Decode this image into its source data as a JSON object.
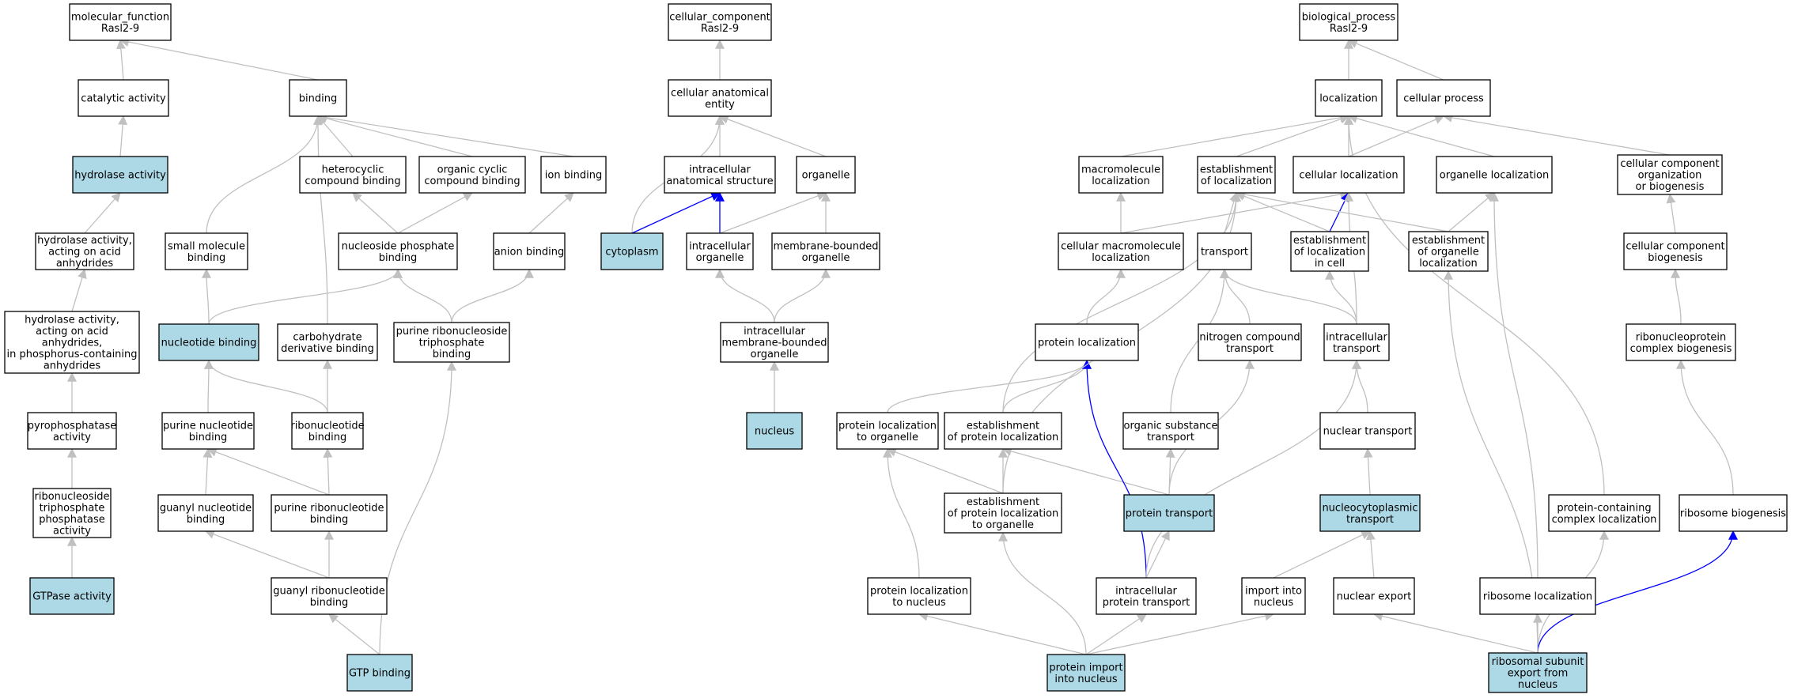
{
  "style": {
    "highlight_fill": "#add8e6",
    "node_fill": "#ffffff",
    "edge_gray": "#c0c0c0",
    "edge_blue": "#0000ff"
  },
  "nodes": [
    {
      "id": "mf_root",
      "lines": [
        "molecular_function",
        "Rasl2-9"
      ],
      "highlight": false
    },
    {
      "id": "catalytic",
      "lines": [
        "catalytic activity"
      ],
      "highlight": false
    },
    {
      "id": "binding",
      "lines": [
        "binding"
      ],
      "highlight": false
    },
    {
      "id": "hydrolase",
      "lines": [
        "hydrolase activity"
      ],
      "highlight": true
    },
    {
      "id": "heterocyclic",
      "lines": [
        "heterocyclic",
        "compound binding"
      ],
      "highlight": false
    },
    {
      "id": "organic_cyclic",
      "lines": [
        "organic cyclic",
        "compound binding"
      ],
      "highlight": false
    },
    {
      "id": "ion_binding",
      "lines": [
        "ion binding"
      ],
      "highlight": false
    },
    {
      "id": "hydrolase_acid",
      "lines": [
        "hydrolase activity,",
        "acting on acid",
        "anhydrides"
      ],
      "highlight": false
    },
    {
      "id": "small_molecule",
      "lines": [
        "small molecule",
        "binding"
      ],
      "highlight": false
    },
    {
      "id": "nucleoside_phos",
      "lines": [
        "nucleoside phosphate",
        "binding"
      ],
      "highlight": false
    },
    {
      "id": "anion_binding",
      "lines": [
        "anion binding"
      ],
      "highlight": false
    },
    {
      "id": "hydrolase_phos",
      "lines": [
        "hydrolase activity,",
        "acting on acid",
        "anhydrides,",
        "in phosphorus-containing",
        "anhydrides"
      ],
      "highlight": false
    },
    {
      "id": "nucleotide_binding",
      "lines": [
        "nucleotide binding"
      ],
      "highlight": true
    },
    {
      "id": "carb_deriv",
      "lines": [
        "carbohydrate",
        "derivative binding"
      ],
      "highlight": false
    },
    {
      "id": "purine_ribonucleoside_tp",
      "lines": [
        "purine ribonucleoside",
        "triphosphate",
        "binding"
      ],
      "highlight": false
    },
    {
      "id": "pyrophosphatase",
      "lines": [
        "pyrophosphatase",
        "activity"
      ],
      "highlight": false
    },
    {
      "id": "purine_nucleotide",
      "lines": [
        "purine nucleotide",
        "binding"
      ],
      "highlight": false
    },
    {
      "id": "ribonucleotide",
      "lines": [
        "ribonucleotide",
        "binding"
      ],
      "highlight": false
    },
    {
      "id": "rntp_phosphatase",
      "lines": [
        "ribonucleoside",
        "triphosphate",
        "phosphatase",
        "activity"
      ],
      "highlight": false
    },
    {
      "id": "guanyl_nucleotide",
      "lines": [
        "guanyl nucleotide",
        "binding"
      ],
      "highlight": false
    },
    {
      "id": "purine_ribonucleotide",
      "lines": [
        "purine ribonucleotide",
        "binding"
      ],
      "highlight": false
    },
    {
      "id": "gtpase",
      "lines": [
        "GTPase activity"
      ],
      "highlight": true
    },
    {
      "id": "guanyl_ribonucleotide",
      "lines": [
        "guanyl ribonucleotide",
        "binding"
      ],
      "highlight": false
    },
    {
      "id": "gtp_binding",
      "lines": [
        "GTP binding"
      ],
      "highlight": true
    },
    {
      "id": "cc_root",
      "lines": [
        "cellular_component",
        "Rasl2-9"
      ],
      "highlight": false
    },
    {
      "id": "cell_anat",
      "lines": [
        "cellular anatomical",
        "entity"
      ],
      "highlight": false
    },
    {
      "id": "intracell_anat",
      "lines": [
        "intracellular",
        "anatomical structure"
      ],
      "highlight": false
    },
    {
      "id": "organelle",
      "lines": [
        "organelle"
      ],
      "highlight": false
    },
    {
      "id": "cytoplasm",
      "lines": [
        "cytoplasm"
      ],
      "highlight": true
    },
    {
      "id": "intracell_organelle",
      "lines": [
        "intracellular",
        "organelle"
      ],
      "highlight": false
    },
    {
      "id": "membrane_organelle",
      "lines": [
        "membrane-bounded",
        "organelle"
      ],
      "highlight": false
    },
    {
      "id": "intracell_membrane_organelle",
      "lines": [
        "intracellular",
        "membrane-bounded",
        "organelle"
      ],
      "highlight": false
    },
    {
      "id": "nucleus",
      "lines": [
        "nucleus"
      ],
      "highlight": true
    },
    {
      "id": "bp_root",
      "lines": [
        "biological_process",
        "Rasl2-9"
      ],
      "highlight": false
    },
    {
      "id": "localization",
      "lines": [
        "localization"
      ],
      "highlight": false
    },
    {
      "id": "cellular_process",
      "lines": [
        "cellular process"
      ],
      "highlight": false
    },
    {
      "id": "macromolecule_loc",
      "lines": [
        "macromolecule",
        "localization"
      ],
      "highlight": false
    },
    {
      "id": "est_loc",
      "lines": [
        "establishment",
        "of localization"
      ],
      "highlight": false
    },
    {
      "id": "cellular_loc",
      "lines": [
        "cellular localization"
      ],
      "highlight": false
    },
    {
      "id": "organelle_loc",
      "lines": [
        "organelle localization"
      ],
      "highlight": false
    },
    {
      "id": "cc_org",
      "lines": [
        "cellular component",
        "organization",
        "or biogenesis"
      ],
      "highlight": false
    },
    {
      "id": "cell_macro_loc",
      "lines": [
        "cellular macromolecule",
        "localization"
      ],
      "highlight": false
    },
    {
      "id": "transport",
      "lines": [
        "transport"
      ],
      "highlight": false
    },
    {
      "id": "est_loc_cell",
      "lines": [
        "establishment",
        "of localization",
        "in cell"
      ],
      "highlight": false
    },
    {
      "id": "est_organelle_loc",
      "lines": [
        "establishment",
        "of organelle",
        "localization"
      ],
      "highlight": false
    },
    {
      "id": "cc_biogenesis",
      "lines": [
        "cellular component",
        "biogenesis"
      ],
      "highlight": false
    },
    {
      "id": "protein_loc",
      "lines": [
        "protein localization"
      ],
      "highlight": false
    },
    {
      "id": "nitrogen_transport",
      "lines": [
        "nitrogen compound",
        "transport"
      ],
      "highlight": false
    },
    {
      "id": "intracell_transport",
      "lines": [
        "intracellular",
        "transport"
      ],
      "highlight": false
    },
    {
      "id": "rnp_biogenesis",
      "lines": [
        "ribonucleoprotein",
        "complex biogenesis"
      ],
      "highlight": false
    },
    {
      "id": "prot_loc_organelle",
      "lines": [
        "protein localization",
        "to organelle"
      ],
      "highlight": false
    },
    {
      "id": "est_prot_loc",
      "lines": [
        "establishment",
        "of protein localization"
      ],
      "highlight": false
    },
    {
      "id": "organic_transport",
      "lines": [
        "organic substance",
        "transport"
      ],
      "highlight": false
    },
    {
      "id": "nuclear_transport",
      "lines": [
        "nuclear transport"
      ],
      "highlight": false
    },
    {
      "id": "est_prot_loc_organelle",
      "lines": [
        "establishment",
        "of protein localization",
        "to organelle"
      ],
      "highlight": false
    },
    {
      "id": "protein_transport",
      "lines": [
        "protein transport"
      ],
      "highlight": true
    },
    {
      "id": "nucleocyto_transport",
      "lines": [
        "nucleocytoplasmic",
        "transport"
      ],
      "highlight": true
    },
    {
      "id": "protein_complex_loc",
      "lines": [
        "protein-containing",
        "complex localization"
      ],
      "highlight": false
    },
    {
      "id": "ribosome_biogenesis",
      "lines": [
        "ribosome biogenesis"
      ],
      "highlight": false
    },
    {
      "id": "prot_loc_nucleus",
      "lines": [
        "protein localization",
        "to nucleus"
      ],
      "highlight": false
    },
    {
      "id": "intracell_prot_transport",
      "lines": [
        "intracellular",
        "protein transport"
      ],
      "highlight": false
    },
    {
      "id": "import_nucleus",
      "lines": [
        "import into",
        "nucleus"
      ],
      "highlight": false
    },
    {
      "id": "nuclear_export",
      "lines": [
        "nuclear export"
      ],
      "highlight": false
    },
    {
      "id": "ribosome_loc",
      "lines": [
        "ribosome localization"
      ],
      "highlight": false
    },
    {
      "id": "protein_import_nucleus",
      "lines": [
        "protein import",
        "into nucleus"
      ],
      "highlight": true
    },
    {
      "id": "ribosomal_export",
      "lines": [
        "ribosomal subunit",
        "export from",
        "nucleus"
      ],
      "highlight": true
    }
  ],
  "edges": [
    {
      "from": "catalytic",
      "to": "mf_root",
      "color": "gray"
    },
    {
      "from": "binding",
      "to": "mf_root",
      "color": "gray"
    },
    {
      "from": "hydrolase",
      "to": "catalytic",
      "color": "gray"
    },
    {
      "from": "hydrolase_acid",
      "to": "hydrolase",
      "color": "gray"
    },
    {
      "from": "hydrolase_phos",
      "to": "hydrolase_acid",
      "color": "gray"
    },
    {
      "from": "pyrophosphatase",
      "to": "hydrolase_phos",
      "color": "gray"
    },
    {
      "from": "rntp_phosphatase",
      "to": "pyrophosphatase",
      "color": "gray"
    },
    {
      "from": "gtpase",
      "to": "rntp_phosphatase",
      "color": "gray"
    },
    {
      "from": "heterocyclic",
      "to": "binding",
      "color": "gray"
    },
    {
      "from": "organic_cyclic",
      "to": "binding",
      "color": "gray"
    },
    {
      "from": "ion_binding",
      "to": "binding",
      "color": "gray"
    },
    {
      "from": "small_molecule",
      "to": "binding",
      "color": "gray"
    },
    {
      "from": "carb_deriv",
      "to": "binding",
      "color": "gray"
    },
    {
      "from": "nucleoside_phos",
      "to": "heterocyclic",
      "color": "gray"
    },
    {
      "from": "nucleoside_phos",
      "to": "organic_cyclic",
      "color": "gray"
    },
    {
      "from": "anion_binding",
      "to": "ion_binding",
      "color": "gray"
    },
    {
      "from": "nucleotide_binding",
      "to": "small_molecule",
      "color": "gray"
    },
    {
      "from": "nucleotide_binding",
      "to": "nucleoside_phos",
      "color": "gray"
    },
    {
      "from": "purine_ribonucleoside_tp",
      "to": "nucleoside_phos",
      "color": "gray"
    },
    {
      "from": "purine_ribonucleoside_tp",
      "to": "anion_binding",
      "color": "gray"
    },
    {
      "from": "purine_nucleotide",
      "to": "nucleotide_binding",
      "color": "gray"
    },
    {
      "from": "ribonucleotide",
      "to": "nucleotide_binding",
      "color": "gray"
    },
    {
      "from": "ribonucleotide",
      "to": "carb_deriv",
      "color": "gray"
    },
    {
      "from": "guanyl_nucleotide",
      "to": "purine_nucleotide",
      "color": "gray"
    },
    {
      "from": "purine_ribonucleotide",
      "to": "purine_nucleotide",
      "color": "gray"
    },
    {
      "from": "purine_ribonucleotide",
      "to": "ribonucleotide",
      "color": "gray"
    },
    {
      "from": "guanyl_ribonucleotide",
      "to": "guanyl_nucleotide",
      "color": "gray"
    },
    {
      "from": "guanyl_ribonucleotide",
      "to": "purine_ribonucleotide",
      "color": "gray"
    },
    {
      "from": "gtp_binding",
      "to": "guanyl_ribonucleotide",
      "color": "gray"
    },
    {
      "from": "gtp_binding",
      "to": "purine_ribonucleoside_tp",
      "color": "gray"
    },
    {
      "from": "cell_anat",
      "to": "cc_root",
      "color": "gray"
    },
    {
      "from": "intracell_anat",
      "to": "cell_anat",
      "color": "gray"
    },
    {
      "from": "organelle",
      "to": "cell_anat",
      "color": "gray"
    },
    {
      "from": "cytoplasm",
      "to": "cell_anat",
      "color": "gray"
    },
    {
      "from": "cytoplasm",
      "to": "intracell_anat",
      "color": "blue"
    },
    {
      "from": "intracell_organelle",
      "to": "intracell_anat",
      "color": "blue"
    },
    {
      "from": "intracell_organelle",
      "to": "organelle",
      "color": "gray"
    },
    {
      "from": "membrane_organelle",
      "to": "organelle",
      "color": "gray"
    },
    {
      "from": "intracell_membrane_organelle",
      "to": "intracell_organelle",
      "color": "gray"
    },
    {
      "from": "intracell_membrane_organelle",
      "to": "membrane_organelle",
      "color": "gray"
    },
    {
      "from": "nucleus",
      "to": "intracell_membrane_organelle",
      "color": "gray"
    },
    {
      "from": "localization",
      "to": "bp_root",
      "color": "gray"
    },
    {
      "from": "cellular_process",
      "to": "bp_root",
      "color": "gray"
    },
    {
      "from": "macromolecule_loc",
      "to": "localization",
      "color": "gray"
    },
    {
      "from": "est_loc",
      "to": "localization",
      "color": "gray"
    },
    {
      "from": "cellular_loc",
      "to": "localization",
      "color": "gray"
    },
    {
      "from": "cellular_loc",
      "to": "cellular_process",
      "color": "gray"
    },
    {
      "from": "organelle_loc",
      "to": "localization",
      "color": "gray"
    },
    {
      "from": "cc_org",
      "to": "cellular_process",
      "color": "gray"
    },
    {
      "from": "protein_complex_loc",
      "to": "localization",
      "color": "gray"
    },
    {
      "from": "cell_macro_loc",
      "to": "macromolecule_loc",
      "color": "gray"
    },
    {
      "from": "cell_macro_loc",
      "to": "cellular_loc",
      "color": "gray"
    },
    {
      "from": "transport",
      "to": "est_loc",
      "color": "gray"
    },
    {
      "from": "est_loc_cell",
      "to": "est_loc",
      "color": "gray"
    },
    {
      "from": "est_loc_cell",
      "to": "cellular_loc",
      "color": "blue"
    },
    {
      "from": "est_organelle_loc",
      "to": "est_loc",
      "color": "gray"
    },
    {
      "from": "est_organelle_loc",
      "to": "organelle_loc",
      "color": "gray"
    },
    {
      "from": "cc_biogenesis",
      "to": "cc_org",
      "color": "gray"
    },
    {
      "from": "protein_loc",
      "to": "cell_macro_loc",
      "color": "gray"
    },
    {
      "from": "nitrogen_transport",
      "to": "transport",
      "color": "gray"
    },
    {
      "from": "intracell_transport",
      "to": "transport",
      "color": "gray"
    },
    {
      "from": "intracell_transport",
      "to": "est_loc_cell",
      "color": "gray"
    },
    {
      "from": "intracell_transport",
      "to": "cellular_loc",
      "color": "gray"
    },
    {
      "from": "rnp_biogenesis",
      "to": "cc_biogenesis",
      "color": "gray"
    },
    {
      "from": "prot_loc_organelle",
      "to": "protein_loc",
      "color": "gray"
    },
    {
      "from": "est_prot_loc",
      "to": "protein_loc",
      "color": "gray"
    },
    {
      "from": "est_prot_loc",
      "to": "est_loc",
      "color": "gray"
    },
    {
      "from": "organic_transport",
      "to": "transport",
      "color": "gray"
    },
    {
      "from": "nuclear_transport",
      "to": "intracell_transport",
      "color": "gray"
    },
    {
      "from": "est_prot_loc_organelle",
      "to": "prot_loc_organelle",
      "color": "gray"
    },
    {
      "from": "est_prot_loc_organelle",
      "to": "est_prot_loc",
      "color": "gray"
    },
    {
      "from": "protein_transport",
      "to": "est_prot_loc",
      "color": "gray"
    },
    {
      "from": "protein_transport",
      "to": "organic_transport",
      "color": "gray"
    },
    {
      "from": "protein_transport",
      "to": "nitrogen_transport",
      "color": "gray"
    },
    {
      "from": "nucleocyto_transport",
      "to": "nuclear_transport",
      "color": "gray"
    },
    {
      "from": "ribosome_biogenesis",
      "to": "rnp_biogenesis",
      "color": "gray"
    },
    {
      "from": "prot_loc_nucleus",
      "to": "prot_loc_organelle",
      "color": "gray"
    },
    {
      "from": "intracell_prot_transport",
      "to": "protein_transport",
      "color": "gray"
    },
    {
      "from": "intracell_prot_transport",
      "to": "protein_loc",
      "color": "blue"
    },
    {
      "from": "intracell_prot_transport",
      "to": "intracell_transport",
      "color": "gray"
    },
    {
      "from": "import_nucleus",
      "to": "nucleocyto_transport",
      "color": "gray"
    },
    {
      "from": "nuclear_export",
      "to": "nucleocyto_transport",
      "color": "gray"
    },
    {
      "from": "ribosome_loc",
      "to": "organelle_loc",
      "color": "gray"
    },
    {
      "from": "protein_import_nucleus",
      "to": "prot_loc_nucleus",
      "color": "gray"
    },
    {
      "from": "protein_import_nucleus",
      "to": "est_prot_loc_organelle",
      "color": "gray"
    },
    {
      "from": "protein_import_nucleus",
      "to": "intracell_prot_transport",
      "color": "gray"
    },
    {
      "from": "protein_import_nucleus",
      "to": "import_nucleus",
      "color": "gray"
    },
    {
      "from": "ribosomal_export",
      "to": "nuclear_export",
      "color": "gray"
    },
    {
      "from": "ribosomal_export",
      "to": "ribosome_loc",
      "color": "gray"
    },
    {
      "from": "ribosomal_export",
      "to": "protein_complex_loc",
      "color": "gray"
    },
    {
      "from": "ribosomal_export",
      "to": "ribosome_biogenesis",
      "color": "blue"
    },
    {
      "from": "ribosomal_export",
      "to": "est_organelle_loc",
      "color": "gray"
    },
    {
      "from": "est_prot_loc_organelle",
      "to": "est_loc",
      "color": "gray"
    }
  ]
}
